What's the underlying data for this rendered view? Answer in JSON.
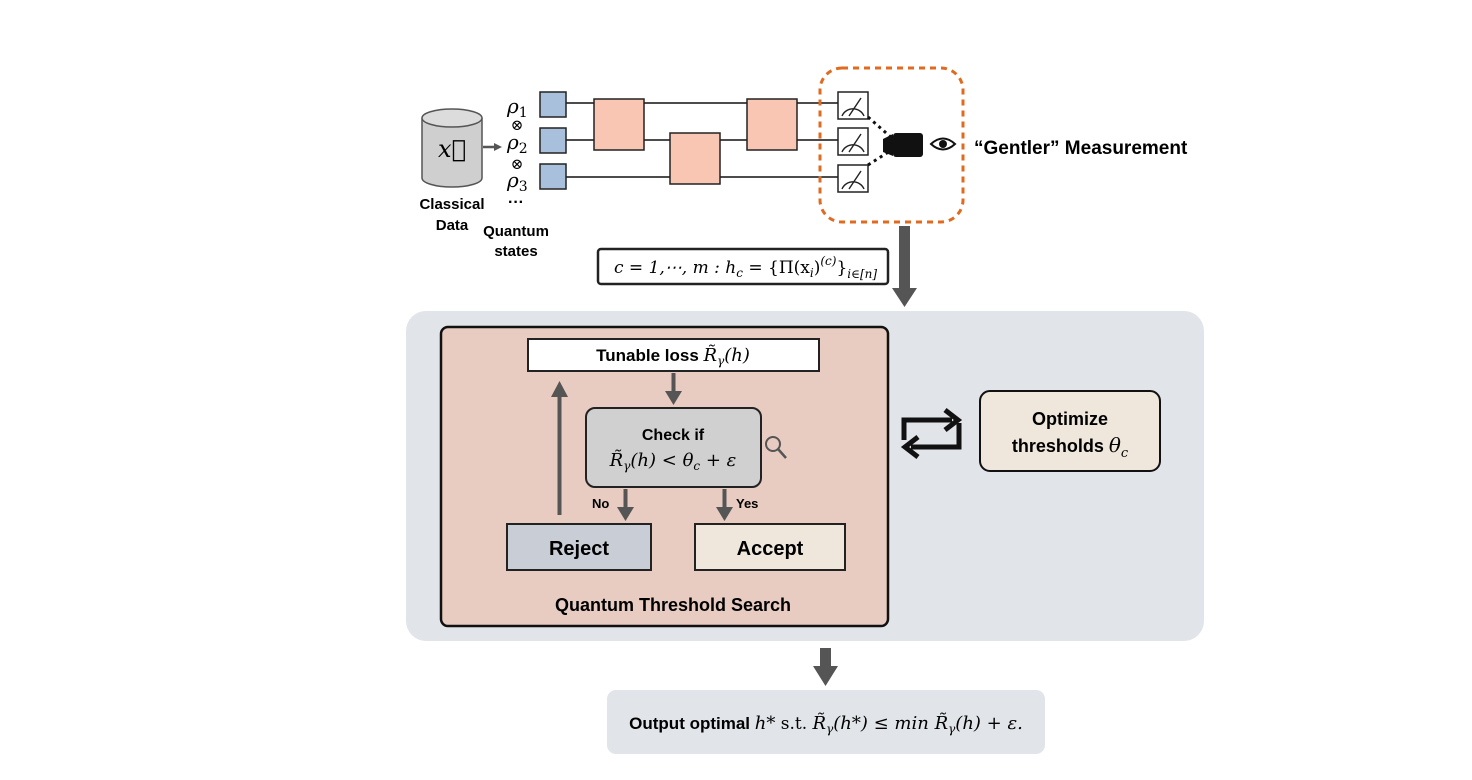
{
  "circuit": {
    "classical_data_label_line1": "Classical",
    "classical_data_label_line2": "Data",
    "vector_symbol": "x⃗",
    "quantum_states_label_line1": "Quantum",
    "quantum_states_label_line2": "states",
    "rho1": "ρ",
    "rho1_sub": "1",
    "rho2": "ρ",
    "rho2_sub": "2",
    "rho3": "ρ",
    "rho3_sub": "3",
    "tensor_symbol": "⊗",
    "ellipsis": "···",
    "gentler_measurement_label": "“Gentler” Measurement"
  },
  "hypotheses": {
    "formula_main": "c = 1,⋯, m : h",
    "formula_sub_c": "c",
    "formula_eq": " = {Π(x",
    "formula_sub_i": "i",
    "formula_close": ")",
    "formula_sup_c": "(c)",
    "formula_brace": "}",
    "formula_index": "i∈[n]"
  },
  "search": {
    "tunable_loss_label": "Tunable loss ",
    "tunable_loss_math": "R̃",
    "tunable_loss_sub": "γ",
    "tunable_loss_arg": "(h)",
    "check_if_label": "Check if",
    "check_condition_R": "R̃",
    "check_condition_sub": "γ",
    "check_condition_rest": "(h) < θ",
    "check_condition_sub_c": "c",
    "check_condition_tail": " + ε",
    "no_label": "No",
    "yes_label": "Yes",
    "reject_label": "Reject",
    "accept_label": "Accept",
    "panel_title": "Quantum Threshold Search"
  },
  "optimize": {
    "line1": "Optimize",
    "line2_text": "thresholds ",
    "line2_math": "θ",
    "line2_sub": "c"
  },
  "output": {
    "bold_label": "Output optimal ",
    "h_star": "h*",
    "st": " s.t. ",
    "R1": "R̃",
    "R1_sub": "γ",
    "R1_arg": "(h*) ≤ min ",
    "R2": "R̃",
    "R2_sub": "γ",
    "R2_arg": "(h) + ε."
  },
  "colors": {
    "state_box": "#a9c0dc",
    "gate": "#f9c6b4",
    "measurement_outline": "#e06a1f",
    "outer_panel": "#e1e4e9",
    "search_panel": "#e8cbc1",
    "check_box": "#d0d0d0",
    "reject_box": "#c9ced6",
    "accept_box": "#efe6dc",
    "optimize_box": "#efe6dc",
    "output_box": "#e1e4e9",
    "arrow": "#555555"
  }
}
